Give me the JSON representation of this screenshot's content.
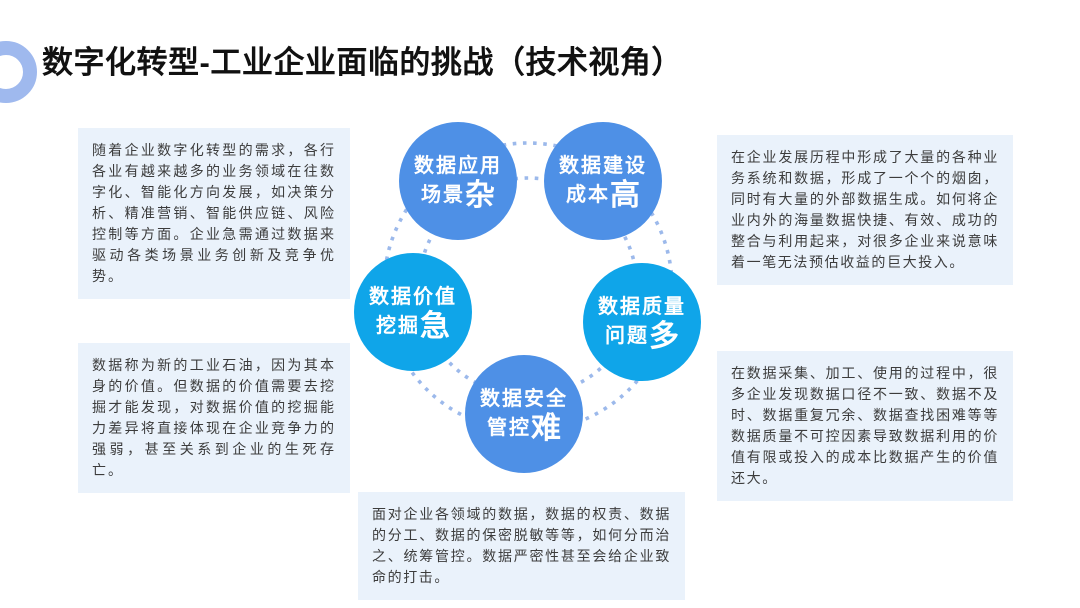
{
  "title": {
    "text": "数字化转型-工业企业面临的挑战（技术视角）"
  },
  "colors": {
    "bubble_blue": "#4e90e6",
    "bubble_azure": "#0fa5e9",
    "note_bg": "#eaf2fb",
    "dots": "#9cb9eb",
    "donut": "#9fb9ee"
  },
  "notes": {
    "top_left": "随着企业数字化转型的需求，各行各业有越来越多的业务领域在往数字化、智能化方向发展，如决策分析、精准营销、智能供应链、风险控制等方面。企业急需通过数据来驱动各类场景业务创新及竞争优势。",
    "top_right": "在企业发展历程中形成了大量的各种业务系统和数据，形成了一个个的烟囱，同时有大量的外部数据生成。如何将企业内外的海量数据快捷、有效、成功的整合与利用起来，对很多企业来说意味着一笔无法预估收益的巨大投入。",
    "bottom_left": "数据称为新的工业石油，因为其本身的价值。但数据的价值需要去挖掘才能发现，对数据价值的挖掘能力差异将直接体现在企业竞争力的强弱，甚至关系到企业的生死存亡。",
    "bottom_right": "在数据采集、加工、使用的过程中，很多企业发现数据口径不一致、数据不及时、数据重复冗余、数据查找困难等等数据质量不可控因素导致数据利用的价值有限或投入的成本比数据产生的价值还大。",
    "bottom_center": "面对企业各领域的数据，数据的权责、数据的分工、数据的保密脱敏等等，如何分而治之、统筹管控。数据严密性甚至会给企业致命的打击。"
  },
  "bubbles": [
    {
      "id": "data-application",
      "line1": "数据应用",
      "line2": "场景",
      "big": "杂"
    },
    {
      "id": "data-construction",
      "line1": "数据建设",
      "line2": "成本",
      "big": "高"
    },
    {
      "id": "data-value",
      "line1": "数据价值",
      "line2": "挖掘",
      "big": "急"
    },
    {
      "id": "data-quality",
      "line1": "数据质量",
      "line2": "问题",
      "big": "多"
    },
    {
      "id": "data-security",
      "line1": "数据安全",
      "line2": "管控",
      "big": "难"
    }
  ]
}
